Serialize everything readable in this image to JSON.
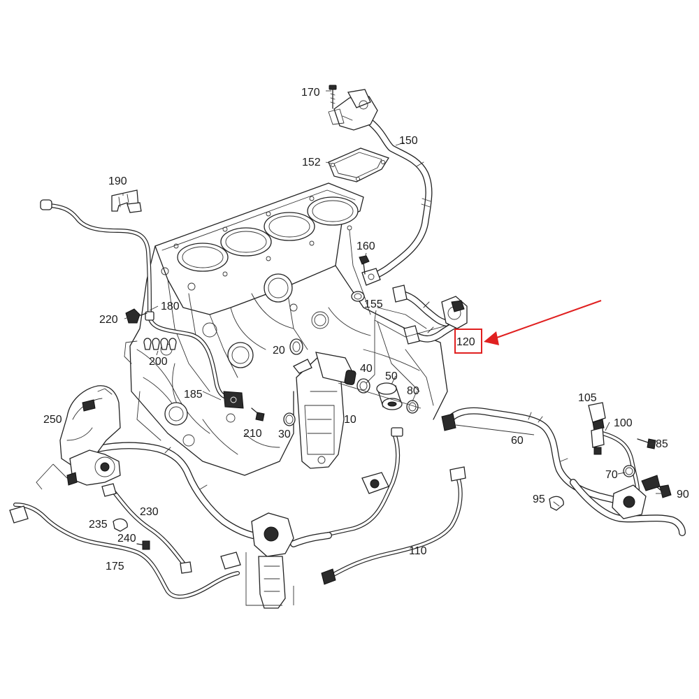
{
  "diagram": {
    "highlight_color": "#e02020",
    "line_color": "#222222",
    "background": "#ffffff"
  },
  "labels": {
    "p10": "10",
    "p20": "20",
    "p30": "30",
    "p40": "40",
    "p50": "50",
    "p60": "60",
    "p70": "70",
    "p80": "80",
    "p85": "85",
    "p90": "90",
    "p95": "95",
    "p100": "100",
    "p105": "105",
    "p110": "110",
    "p120": "120",
    "p150": "150",
    "p152": "152",
    "p155": "155",
    "p160": "160",
    "p170": "170",
    "p175": "175",
    "p180": "180",
    "p185": "185",
    "p190": "190",
    "p200": "200",
    "p210": "210",
    "p220": "220",
    "p230": "230",
    "p235": "235",
    "p240": "240",
    "p250": "250"
  },
  "highlight": {
    "part": "120",
    "indicator": "red-arrow"
  }
}
